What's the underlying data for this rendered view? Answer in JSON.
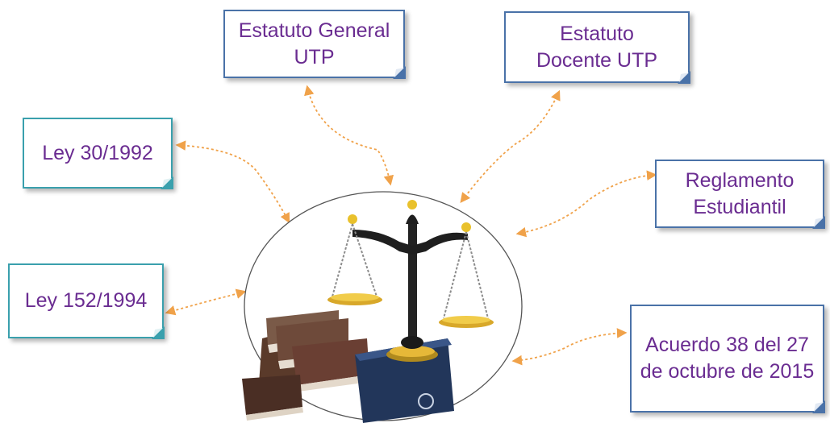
{
  "nodes": {
    "estatuto_general": "Estatuto General UTP",
    "estatuto_docente": "Estatuto Docente UTP",
    "ley_30": "Ley 30/1992",
    "reglamento": "Reglamento Estudiantil",
    "ley_152": "Ley 152/1994",
    "acuerdo_38": "Acuerdo 38 del 27 de octubre de 2015"
  },
  "colors": {
    "text": "#6a2c91",
    "border_blue": "#4a72a8",
    "border_teal": "#3aa0ad",
    "arrow": "#f0a24a"
  },
  "center_image": "scales-of-justice-with-law-books"
}
